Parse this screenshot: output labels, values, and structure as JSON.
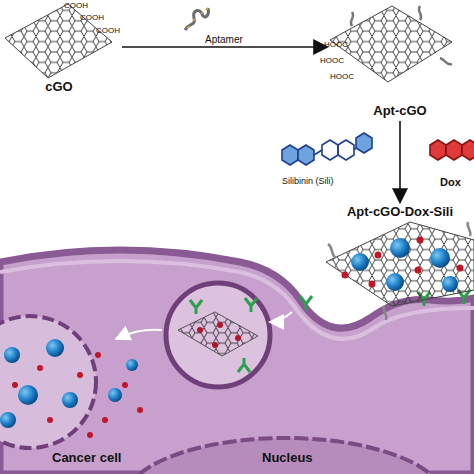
{
  "diagram": {
    "nodes": [
      {
        "text": [
          "cGO"
        ]
      },
      {
        "text": [
          "Apt-cGO"
        ]
      },
      {
        "text": [
          "Apt-cGO-Dox-Sili"
        ]
      }
    ],
    "edges": [
      {
        "from": 0,
        "to": 1,
        "label": "Aptamer",
        "arrow": "to"
      },
      {
        "from": 1,
        "to": 2,
        "arrow": "to"
      }
    ],
    "labels": [
      "COOH",
      "COOH",
      "COOH",
      "HOOC",
      "HOOC",
      "HOOC",
      "Silibinin (Sili)",
      "Dox",
      "Cancer cell",
      "Nucleus"
    ]
  }
}
